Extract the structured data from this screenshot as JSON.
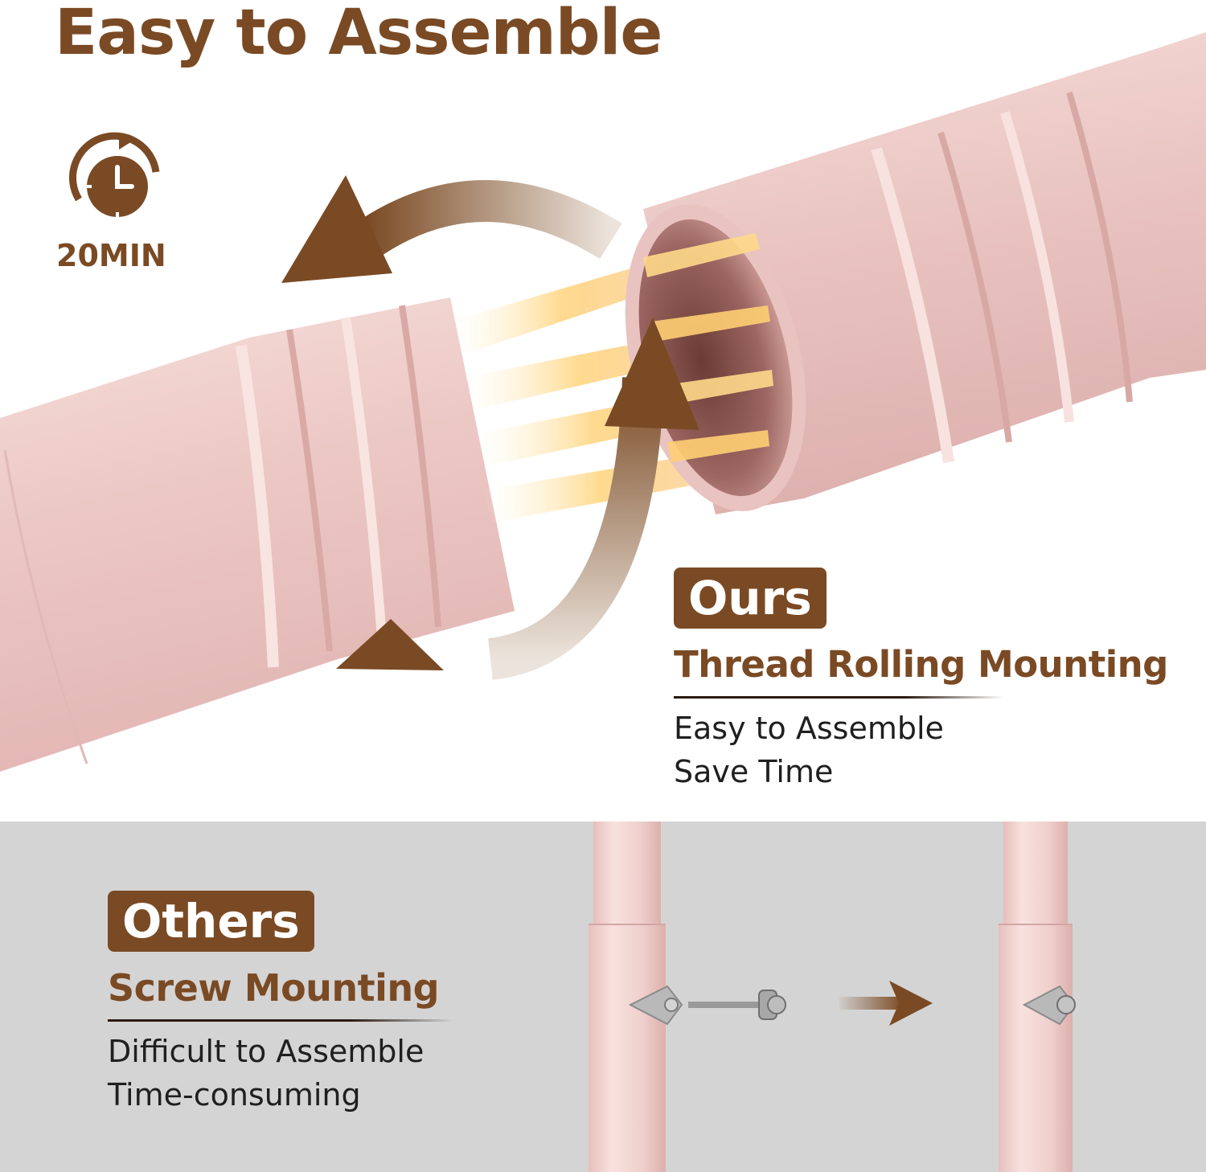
{
  "title": "Easy to Assemble",
  "timer": {
    "icon": "clock-rotate-icon",
    "label": "20MIN"
  },
  "ours": {
    "badge": "Ours",
    "heading": "Thread Rolling Mounting",
    "lines": [
      "Easy to Assemble",
      "Save Time"
    ]
  },
  "others": {
    "badge": "Others",
    "heading": "Screw Mounting",
    "lines": [
      "Difficult to Assemble",
      "Time-consuming"
    ]
  },
  "colors": {
    "brand_brown": "#7a4a24",
    "tube_pink": "#ecc9c6",
    "panel_gray": "#d4d4d4"
  }
}
